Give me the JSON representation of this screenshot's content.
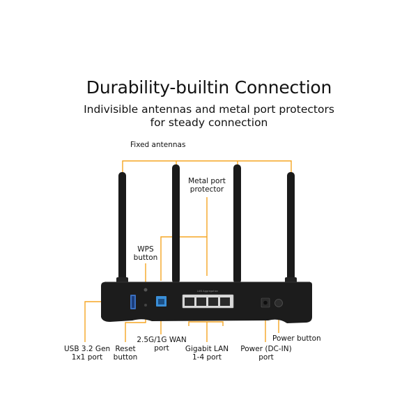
{
  "headline": "Durability-builtin Connection",
  "subheadline": [
    "Indivisible antennas and metal port protectors",
    "for steady connection"
  ],
  "labels": {
    "fixed_antennas": "Fixed antennas",
    "metal_port_protector": [
      "Metal port",
      "protector"
    ],
    "wps_button": [
      "WPS",
      "button"
    ],
    "usb_port": [
      "USB 3.2 Gen",
      "1x1 port"
    ],
    "reset_button": [
      "Reset",
      "button"
    ],
    "wan_port": [
      "2.5G/1G WAN",
      "port"
    ],
    "lan_ports": [
      "Gigabit LAN",
      "1-4 port"
    ],
    "power_dc_in": [
      "Power (DC-IN)",
      "port"
    ],
    "power_button": "Power button"
  },
  "panel_print": {
    "lan_aggregation": "LAN Aggregation"
  },
  "colors": {
    "callout": "#f5a623",
    "device_body": "#1c1c1c",
    "wan_port": "#3a8fd8",
    "usb_port": "#3a6fc0"
  }
}
